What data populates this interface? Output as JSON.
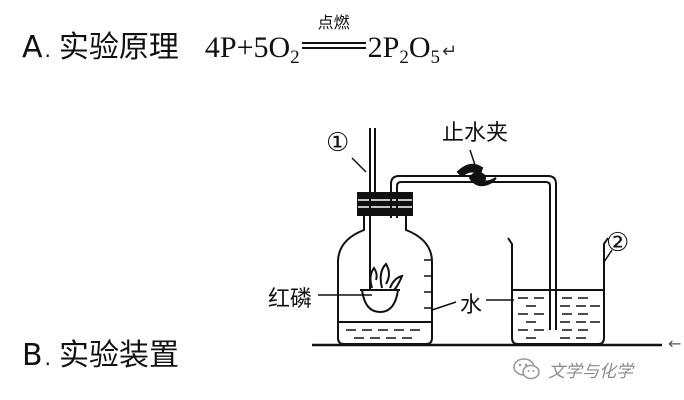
{
  "line_a": {
    "letter": "A",
    "sep": ".",
    "label": "实验原理",
    "eq_left": "4P+5O",
    "eq_left_sub": "2",
    "condition": "点燃",
    "eq_r1": "2P",
    "eq_r1_sub": "2",
    "eq_r2": "O",
    "eq_r2_sub": "5",
    "return_mark": "↵"
  },
  "line_b": {
    "letter": "B",
    "sep": ".",
    "label": "实验装置"
  },
  "labels": {
    "circle_1": "①",
    "clamp": "止水夹",
    "circle_2": "②",
    "phosphorus": "红磷",
    "water": "水"
  },
  "watermark": {
    "text": "文学与化学"
  },
  "edge_mark": "←"
}
